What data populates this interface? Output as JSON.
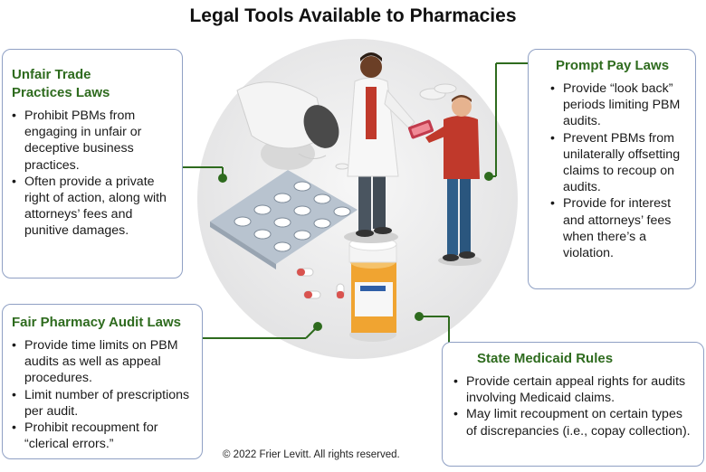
{
  "title": "Legal Tools Available to Pharmacies",
  "sections": {
    "unfair_trade": {
      "heading_line1": "Unfair Trade",
      "heading_line2": "Practices Laws",
      "bullets": [
        "Prohibit PBMs from engaging in unfair or deceptive business practices.",
        "Often provide a private right of action, along with attorneys’ fees and punitive damages."
      ]
    },
    "fair_audit": {
      "heading": "Fair Pharmacy Audit Laws",
      "bullets": [
        "Provide time limits on PBM audits as well as appeal procedures.",
        "Limit number of prescriptions per audit.",
        "Prohibit recoupment for “clerical errors.”"
      ]
    },
    "prompt_pay": {
      "heading": "Prompt Pay Laws",
      "bullets": [
        "Provide “look back” periods limiting PBM audits.",
        "Prevent PBMs from unilaterally offsetting claims to recoup on audits.",
        "Provide for interest and attorneys’ fees when there’s a violation."
      ]
    },
    "medicaid": {
      "heading": "State Medicaid Rules",
      "bullets": [
        "Provide certain appeal rights for audits involving Medicaid claims.",
        "May limit recoupment on certain types of discrepancies (i.e., copay collection)."
      ]
    }
  },
  "footer": "© 2022 Frier Levitt. All rights reserved.",
  "colors": {
    "heading_green": "#2e6b1e",
    "connector_green": "#2e6b1e",
    "box_border": "#8fa0c4",
    "circle_bg": "#ededee"
  }
}
